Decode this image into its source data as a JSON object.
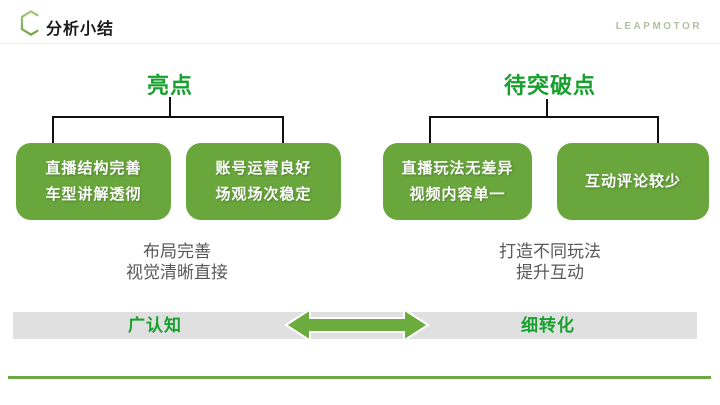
{
  "header": {
    "title": "分析小结",
    "logo": "LEAPMOTOR",
    "icon": "hexagon-c-icon"
  },
  "left_tree": {
    "heading": "亮点",
    "boxes": [
      {
        "lines": [
          "直播结构完善",
          "车型讲解透彻"
        ]
      },
      {
        "lines": [
          "账号运营良好",
          "场观场次稳定"
        ]
      }
    ],
    "summary": [
      "布局完善",
      "视觉清晰直接"
    ]
  },
  "right_tree": {
    "heading": "待突破点",
    "boxes": [
      {
        "lines": [
          "直播玩法无差异",
          "视频内容单一"
        ]
      },
      {
        "lines": [
          "互动评论较少"
        ]
      }
    ],
    "summary": [
      "打造不同玩法",
      "提升互动"
    ]
  },
  "footer": {
    "axis_left": "广认知",
    "axis_right": "细转化",
    "arrow": "double-headed-arrow"
  },
  "colors": {
    "box_green": "#69a73c",
    "heading_green": "#17a02d",
    "arrow_green": "#6cab3e",
    "bar_gray": "#e0e0e0",
    "bottom_line_green": "#6da844",
    "summary_gray": "#595959",
    "logo_sage": "#b1c1a2",
    "connector_black": "#111111",
    "title_black": "#1a1a1a"
  }
}
